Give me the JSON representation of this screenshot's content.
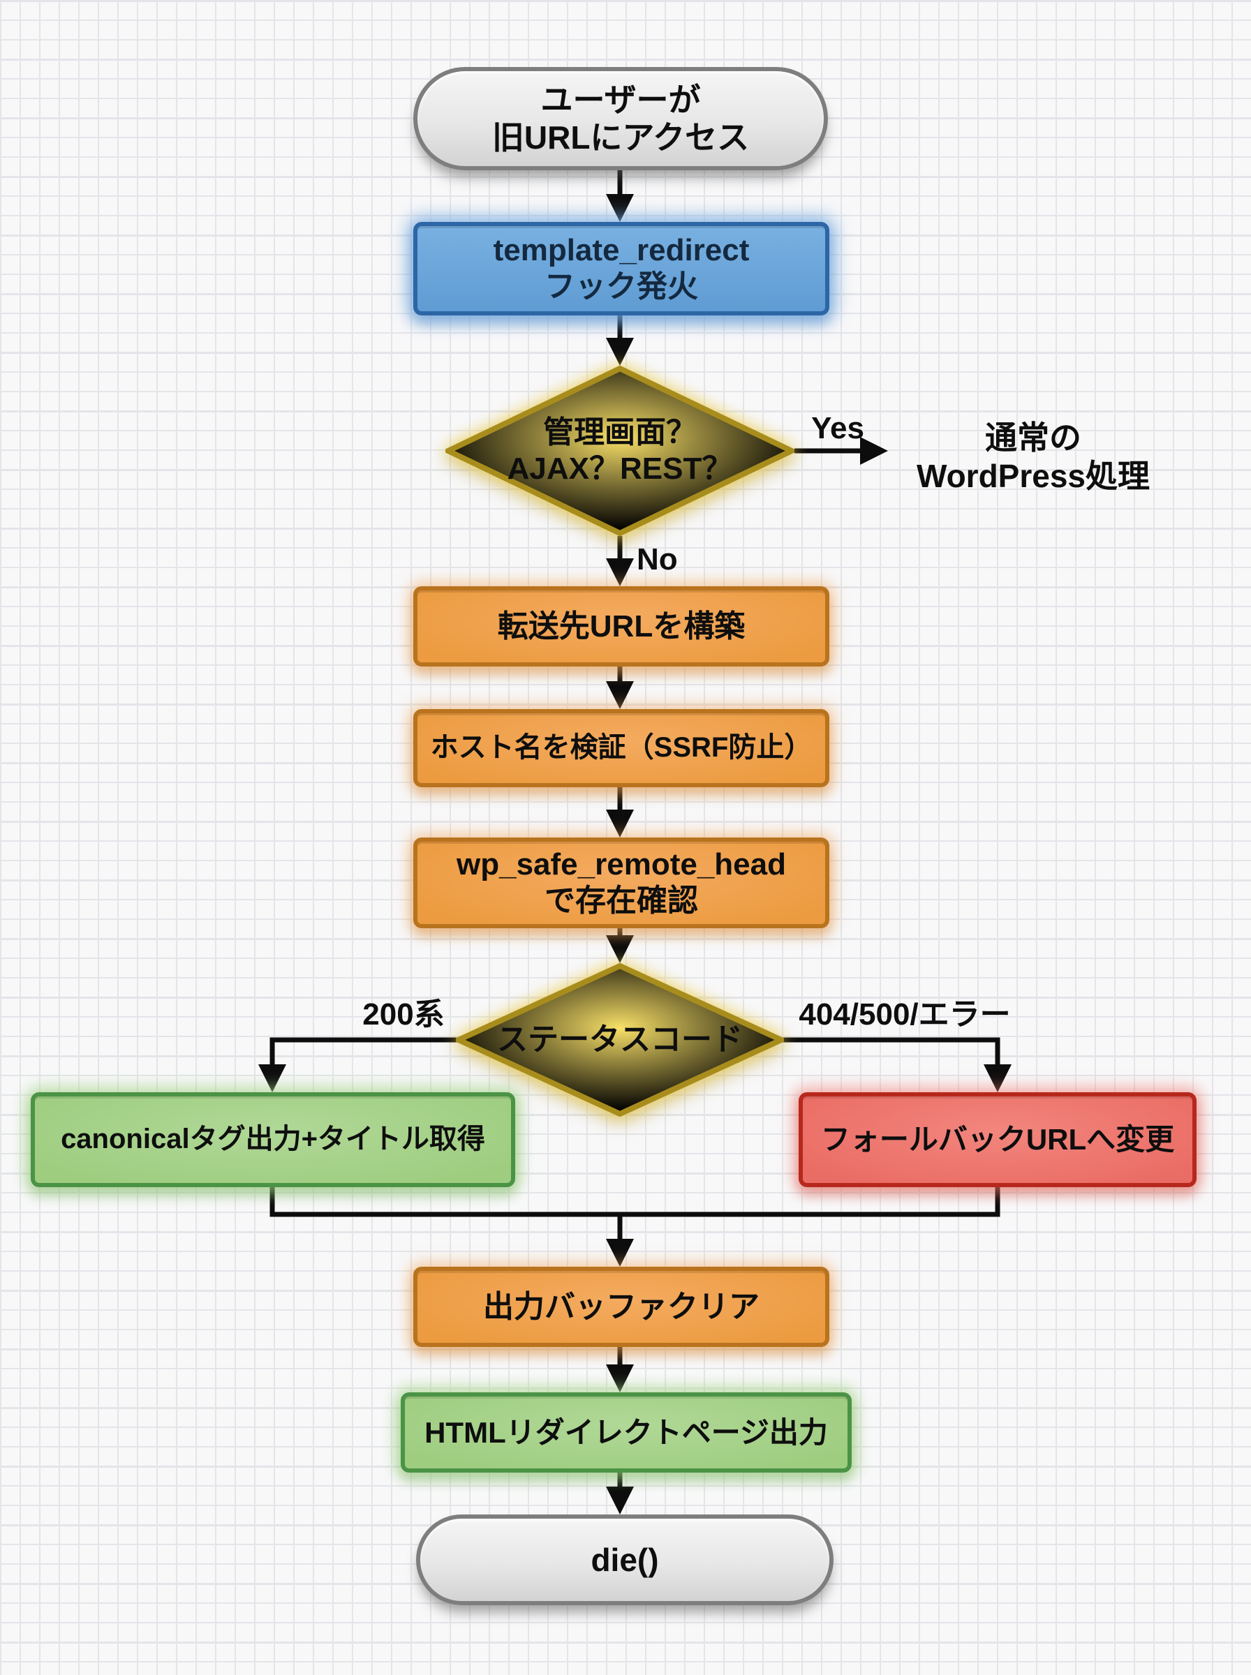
{
  "flowchart": {
    "nodes": {
      "start": {
        "label": "ユーザーが\n旧URLにアクセス",
        "shape": "terminator"
      },
      "hook_fire": {
        "label": "template_redirect\nフック発火",
        "shape": "process"
      },
      "check_context": {
        "label": "管理画面？\nAJAX？REST？",
        "shape": "decision"
      },
      "normal_wp": {
        "label": "通常の\nWordPress処理",
        "shape": "text"
      },
      "build_url": {
        "label": "転送先URLを構築",
        "shape": "process"
      },
      "validate_host": {
        "label": "ホスト名を検証（SSRF防止）",
        "shape": "process"
      },
      "remote_head": {
        "label": "wp_safe_remote_head\nで存在確認",
        "shape": "process"
      },
      "status_code": {
        "label": "ステータスコード",
        "shape": "decision"
      },
      "canonical_out": {
        "label": "canonicalタグ出力+タイトル取得",
        "shape": "process"
      },
      "fallback_url": {
        "label": "フォールバックURLへ変更",
        "shape": "process"
      },
      "clear_buffer": {
        "label": "出力バッファクリア",
        "shape": "process"
      },
      "html_redirect": {
        "label": "HTMLリダイレクトページ出力",
        "shape": "process"
      },
      "die": {
        "label": "die()",
        "shape": "terminator"
      }
    },
    "edge_labels": {
      "yes": "Yes",
      "no": "No",
      "success": "200系",
      "failure": "404/500/エラー"
    },
    "colors": {
      "paper": "#f8f8f9",
      "grid-line": "#e4e5e9",
      "line": "#0d0d0d",
      "text": "#0e0e0e",
      "terminator-fill-top": "#f5f5f5",
      "terminator-fill-bottom": "#d3d3d3",
      "terminator-border": "#7e7e7e",
      "process-blue-fill-top": "#79b0e1",
      "process-blue-fill-bottom": "#5f9cd3",
      "process-blue-border": "#2d66a5",
      "process-blue-text": "#14293f",
      "decision-fill-center": "#f8e068",
      "decision-fill-edge": "#f2d23c",
      "decision-border": "#a88d1d",
      "process-orange-fill-top": "#f4ab60",
      "process-orange-fill-bottom": "#ec9b40",
      "process-orange-border": "#b9731e",
      "process-green-fill-top": "#b0d897",
      "process-green-fill-bottom": "#9ecd80",
      "process-green-border": "#4b9345",
      "process-red-fill-top": "#f2867e",
      "process-red-fill-bottom": "#ea6d65",
      "process-red-border": "#b7281c"
    }
  }
}
